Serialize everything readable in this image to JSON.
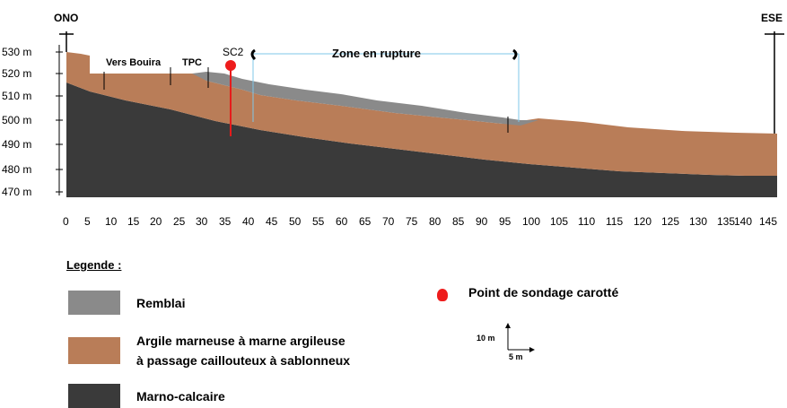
{
  "orientation": {
    "left": "ONO",
    "right": "ESE"
  },
  "elevation_ticks": [
    "530 m",
    "520 m",
    "510 m",
    "500 m",
    "490 m",
    "480 m",
    "470 m"
  ],
  "distance_ticks": [
    "0",
    "5",
    "10",
    "15",
    "20",
    "25",
    "30",
    "35",
    "40",
    "45",
    "50",
    "55",
    "60",
    "65",
    "70",
    "75",
    "80",
    "85",
    "90",
    "95",
    "100",
    "105",
    "110",
    "115",
    "120",
    "125",
    "130",
    "135",
    "140",
    "145"
  ],
  "annotations": {
    "vers_bouira": "Vers Bouira",
    "tpc": "TPC",
    "sc2": "SC2",
    "zone_rupture": "Zone en rupture"
  },
  "legend": {
    "title": "Legende :",
    "items": [
      {
        "label": "Remblai",
        "color": "#8a8a8a"
      },
      {
        "label_line1": "Argile marneuse à marne argileuse",
        "label_line2": "à passage caillouteux à sablonneux",
        "color": "#b97d58"
      },
      {
        "label": "Marno-calcaire",
        "color": "#3a3a3a"
      }
    ],
    "point_label": "Point de sondage carotté",
    "point_color": "#ee1c1c"
  },
  "scale": {
    "vertical": "10 m",
    "horizontal": "5 m"
  }
}
